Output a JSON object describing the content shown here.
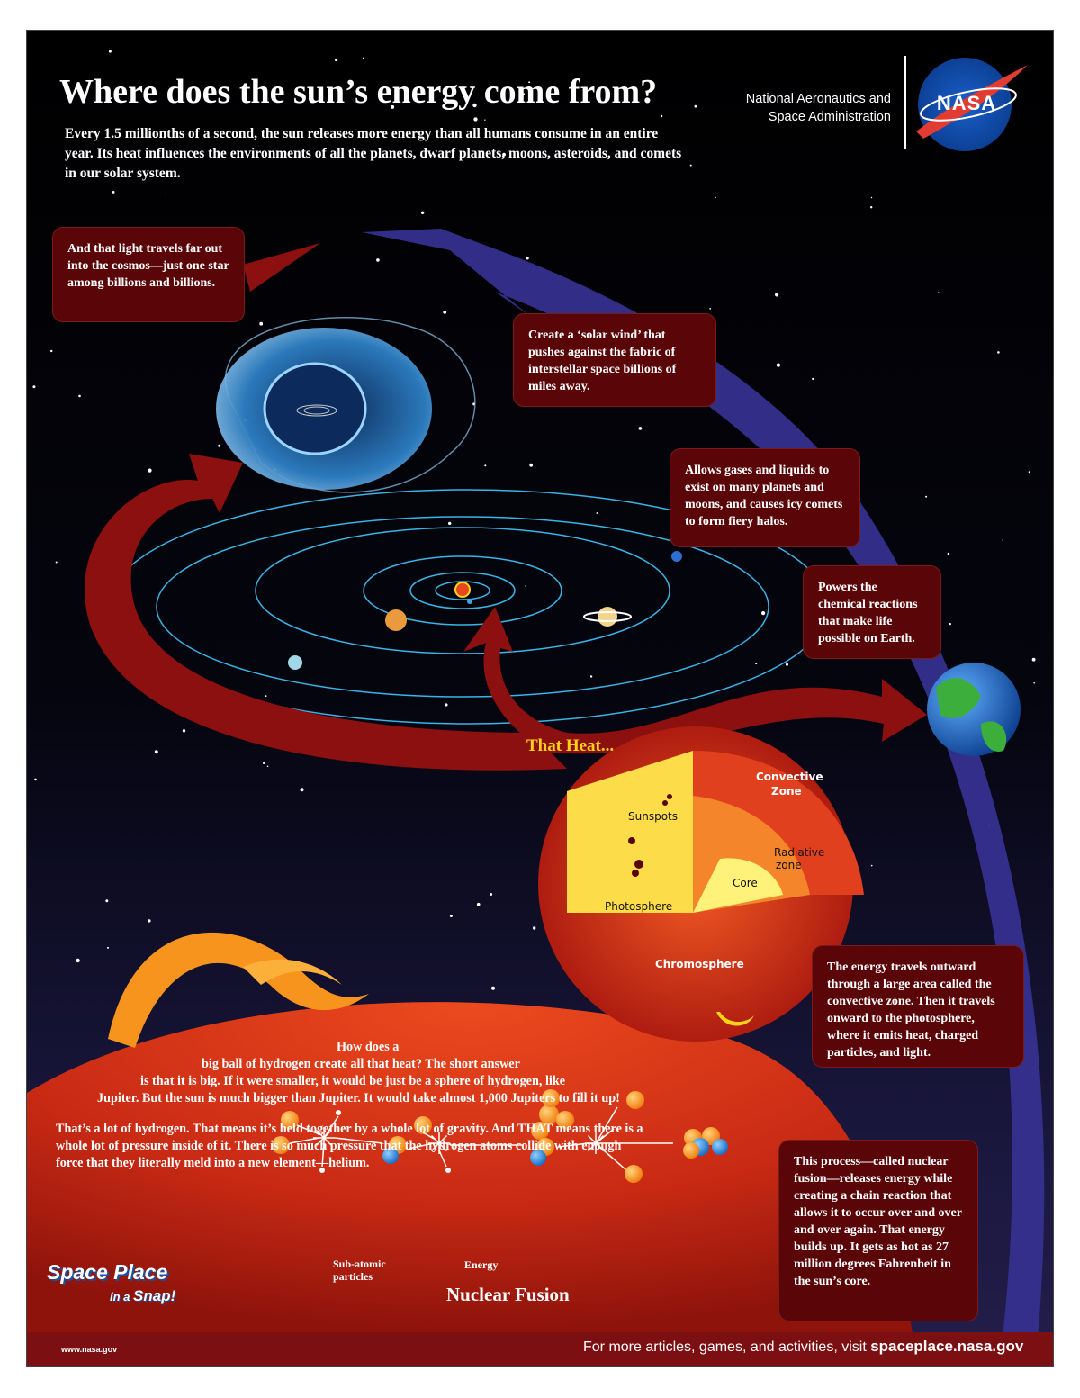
{
  "header": {
    "title": "Where does the sun’s energy come from?",
    "intro": "Every 1.5 millionths of a second, the sun releases more energy than all humans consume in an entire year. Its heat influences the environments of all the planets, dwarf planets, moons, asteroids, and comets in our solar system.",
    "agency_line1": "National Aeronautics and",
    "agency_line2": "Space Administration",
    "logo_text": "NASA"
  },
  "callouts": {
    "light": "And that light travels far out into the cosmos—just one star among billions and billions.",
    "solar_wind": "Create a ‘solar wind’ that pushes against the fabric of interstellar space billions of miles away.",
    "gases": "Allows gases and liquids to exist on many planets and moons, and causes icy comets to form fiery halos.",
    "powers": "Powers the chemical reactions that make life possible on Earth.",
    "energy_travels": "The energy travels outward through a large area called the convective zone. Then it travels onward to the photosphere, where it emits heat, charged particles, and light.",
    "fusion_process": "This process—called nuclear fusion—releases energy while creating a chain reaction that allows it to occur over and over and over again. That energy builds up. It gets as hot as 27 million degrees Fahrenheit in the sun’s core."
  },
  "heat_label": "That Heat...",
  "sun_labels": {
    "convective_1": "Convective",
    "convective_2": "Zone",
    "sunspots": "Sunspots",
    "radiative_1": "Radiative",
    "radiative_2": "zone",
    "core": "Core",
    "photosphere": "Photosphere",
    "chromosphere": "Chromosphere"
  },
  "body_text": {
    "p1_l1": "How does a",
    "p1_l2": "big ball of hydrogen create all that heat? The short answer",
    "p1_l3": "is that it is big. If it were smaller, it would be just be a sphere of hydrogen, like",
    "p1_l4": "Jupiter. But the sun is much bigger than Jupiter.  It would take almost 1,000 Jupiters to fill it up!",
    "p2_l1": "That’s a lot of hydrogen. That means it’s held together by a whole lot of gravity. And THAT means there is a",
    "p2_l2": "whole lot of pressure inside of it. There is so much pressure that the hydrogen atoms collide with enough",
    "p2_l3": "force that they literally meld into a new element—helium."
  },
  "fusion": {
    "subatomic_1": "Sub-atomic",
    "subatomic_2": "particles",
    "energy": "Energy",
    "title": "Nuclear Fusion"
  },
  "branding": {
    "space_place": "Space Place",
    "in_a": "in a",
    "snap": "Snap!"
  },
  "footer": {
    "left": "www.nasa.gov",
    "right_prefix": "For more articles, games, and activities, visit ",
    "right_link": "spaceplace.nasa.gov"
  },
  "colors": {
    "callout_bg": "#5a0608",
    "heat_text": "#ffd21a",
    "orbit": "#3ab3e6",
    "footer_bg": "#7c0f12"
  }
}
